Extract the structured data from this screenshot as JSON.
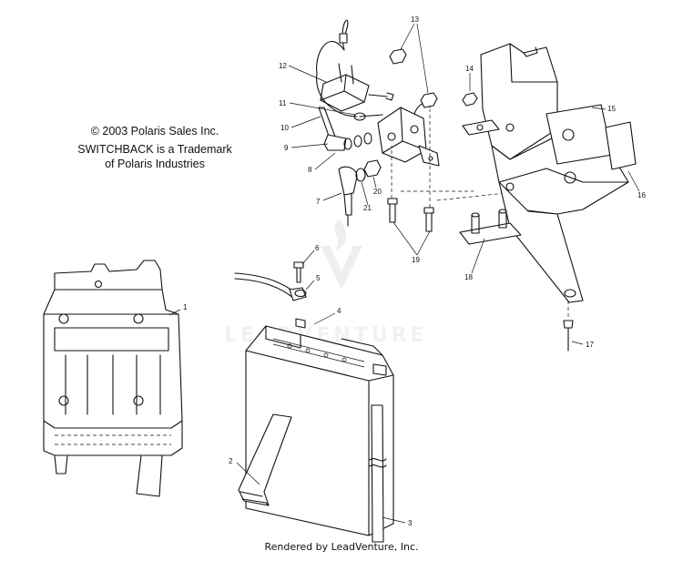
{
  "notes": {
    "copyright": "© 2003 Polaris Sales Inc.",
    "trademark_line1": "SWITCHBACK is a Trademark",
    "trademark_line2": "of Polaris Industries"
  },
  "watermark": "LEADVENTURE",
  "footer": "Rendered by LeadVenture, Inc.",
  "callouts": [
    "1",
    "2",
    "3",
    "4",
    "5",
    "6",
    "7",
    "8",
    "9",
    "10",
    "11",
    "12",
    "13",
    "14",
    "15",
    "16",
    "17",
    "18",
    "19",
    "20",
    "21"
  ],
  "parts": {
    "battery_holder": "battery-holder",
    "battery_strap": "battery-strap",
    "vent_tube": "vent-tube",
    "battery": "battery",
    "washer": "washer",
    "bolt": "bolt",
    "solenoid": "solenoid",
    "mounting_bracket": "mounting-bracket"
  }
}
